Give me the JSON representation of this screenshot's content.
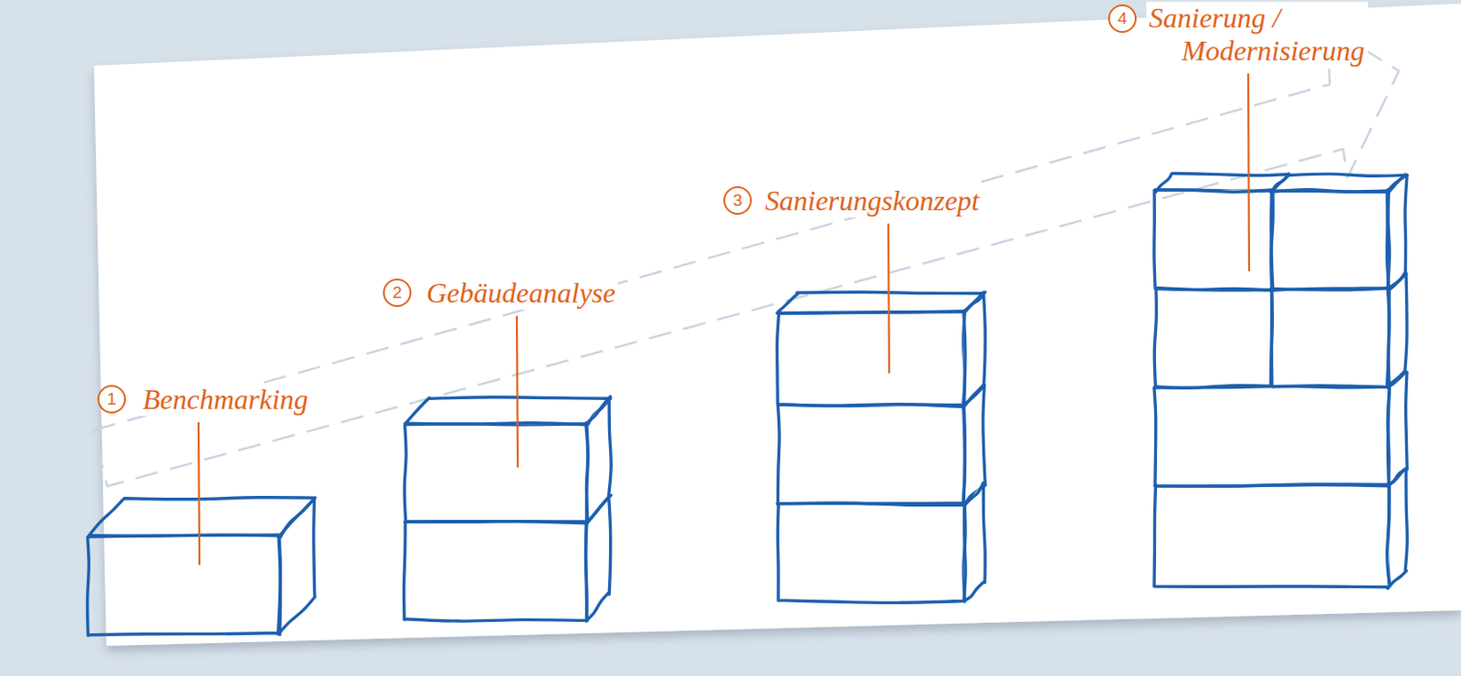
{
  "diagram": {
    "labels": [
      "1",
      "Benchmarking",
      "2",
      "Gebäudeanalyse",
      "3",
      "Sanierungskonzept",
      "4",
      "Sanierung / Modernisierung"
    ]
  }
}
